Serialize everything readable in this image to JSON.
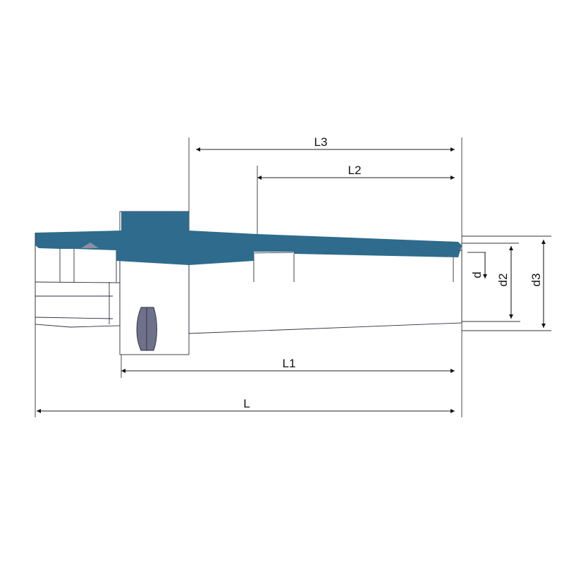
{
  "title": "Tool holder dimension drawing",
  "dimensions": {
    "L3": "L3",
    "L2": "L2",
    "L1": "L1",
    "L": "L",
    "d": "d",
    "d2": "d2",
    "d3": "d3"
  },
  "colors": {
    "section": "#2f6b8c",
    "body_light": "#a2a4bb",
    "body_dark": "#555870",
    "line": "#222222"
  }
}
